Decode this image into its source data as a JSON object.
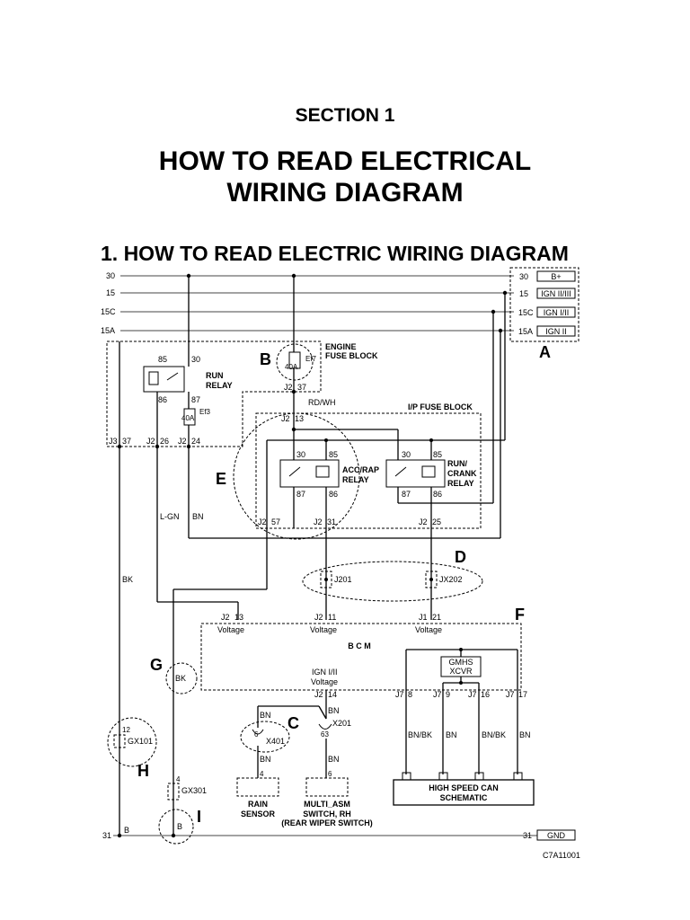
{
  "header": {
    "section": "SECTION 1",
    "title_line1": "HOW TO READ ELECTRICAL",
    "title_line2": "WIRING DIAGRAM",
    "subtitle": "1. HOW TO READ ELECTRIC WIRING DIAGRAM"
  },
  "diagram": {
    "rails": [
      {
        "label": "30",
        "right_number": "30",
        "right_tag": "B+"
      },
      {
        "label": "15",
        "right_number": "15",
        "right_tag": "IGN II/III"
      },
      {
        "label": "15C",
        "right_number": "15C",
        "right_tag": "IGN I/II"
      },
      {
        "label": "15A",
        "right_number": "15A",
        "right_tag": "IGN II"
      }
    ],
    "ground": {
      "left": "31",
      "b1": "B",
      "b2": "B",
      "right_number": "31",
      "right_tag": "GND"
    },
    "callouts": {
      "a": "A",
      "b": "B",
      "c": "C",
      "d": "D",
      "e": "E",
      "f": "F",
      "g": "G",
      "h": "H",
      "i": "I"
    },
    "engine_fuse_block": {
      "title_line1": "ENGINE",
      "title_line2": "FUSE BLOCK",
      "fuse_name": "Ef7",
      "fuse_rating": "40A",
      "conn_name": "J2",
      "conn_pin": "37"
    },
    "run_relay": {
      "name_line1": "RUN",
      "name_line2": "RELAY",
      "pin_85": "85",
      "pin_30": "30",
      "pin_86": "86",
      "pin_87": "87"
    },
    "fuse_ef3": {
      "name": "Ef3",
      "rating": "40A"
    },
    "engine_block_connectors": [
      {
        "name": "J3",
        "pin": "37"
      },
      {
        "name": "J2",
        "pin": "26"
      },
      {
        "name": "J2",
        "pin": "24"
      }
    ],
    "rd_wh_wire": {
      "color": "RD/WH",
      "conn_name": "J2",
      "conn_pin": "13"
    },
    "ip_fuse_block": {
      "title": "I/P FUSE BLOCK",
      "acc_rap_relay": {
        "name_line1": "ACC/RAP",
        "name_line2": "RELAY",
        "pin_30": "30",
        "pin_85": "85",
        "pin_87": "87",
        "pin_86": "86"
      },
      "run_crank_relay": {
        "name_line1": "RUN/",
        "name_line2": "CRANK",
        "name_line3": "RELAY",
        "pin_30": "30",
        "pin_85": "85",
        "pin_87": "87",
        "pin_86": "86"
      },
      "connectors": [
        {
          "name": "J2",
          "pin": "57"
        },
        {
          "name": "J2",
          "pin": "31"
        },
        {
          "name": "J2",
          "pin": "25"
        }
      ]
    },
    "wire_colors": {
      "lgn": "L-GN",
      "bn": "BN",
      "bk": "BK"
    },
    "splices": [
      {
        "name": "J201"
      },
      {
        "name": "JX202"
      }
    ],
    "bcm": {
      "name": "B C M",
      "inputs": [
        {
          "conn": "J2",
          "pin": "13",
          "label": "Voltage"
        },
        {
          "conn": "J2",
          "pin": "11",
          "label": "Voltage"
        },
        {
          "conn": "J1",
          "pin": "21",
          "label": "Voltage"
        }
      ],
      "ign_label": "IGN I/II",
      "ign_sub": "Voltage",
      "ign_conn": "J2",
      "ign_pin": "14",
      "gmhs_line1": "GMHS",
      "gmhs_line2": "XCVR",
      "can_pins": [
        {
          "conn": "J7",
          "pin": "8"
        },
        {
          "conn": "J7",
          "pin": "9"
        },
        {
          "conn": "J7",
          "pin": "16"
        },
        {
          "conn": "J7",
          "pin": "17"
        }
      ],
      "can_wires": [
        "BN/BK",
        "BN",
        "BN/BK",
        "BN"
      ]
    },
    "g_node": "BK",
    "gx101": {
      "pin": "12",
      "name": "GX101"
    },
    "gx301": {
      "pin": "4",
      "name": "GX301"
    },
    "x401": {
      "pin": "6",
      "name": "X401",
      "wire_top": "BN",
      "wire_bottom": "BN",
      "pin_bottom": "4"
    },
    "x201": {
      "pin": "63",
      "name": "X201",
      "wire_top": "BN",
      "wire_bottom": "BN",
      "pin_bottom": "6"
    },
    "rain_sensor": {
      "line1": "RAIN",
      "line2": "SENSOR"
    },
    "multi_asm": {
      "line1": "MULTI_ASM",
      "line2": "SWITCH, RH",
      "line3": "(REAR WIPER SWITCH)"
    },
    "high_speed_can": {
      "line1": "HIGH SPEED CAN",
      "line2": "SCHEMATIC"
    },
    "figure_code": "C7A11001"
  }
}
